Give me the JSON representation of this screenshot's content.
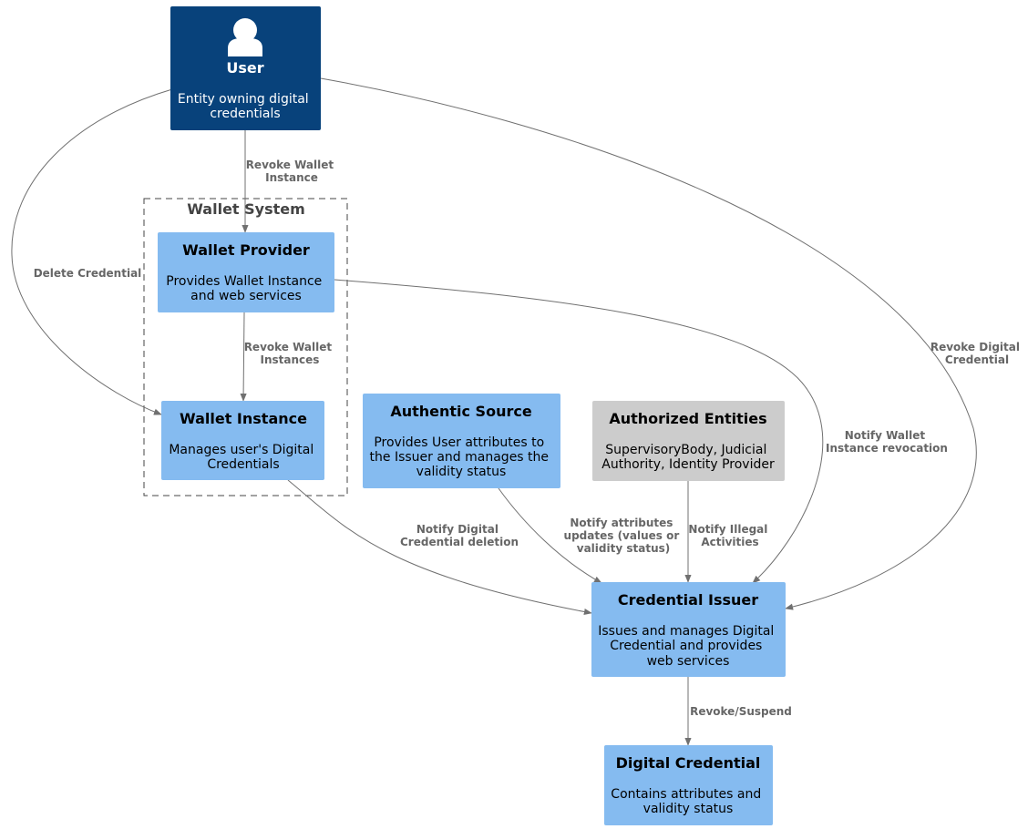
{
  "colors": {
    "person": "#08427b",
    "system": "#85bbf0",
    "external": "#cccccc",
    "edge": "#707070",
    "edge_label": "#666666"
  },
  "boundary": {
    "label": "Wallet System"
  },
  "nodes": {
    "user": {
      "title": "User",
      "desc": [
        "Entity owning digital",
        "credentials"
      ],
      "icon": "person-icon"
    },
    "wallet_provider": {
      "title": "Wallet Provider",
      "desc": [
        "Provides Wallet Instance",
        "and web services"
      ]
    },
    "wallet_instance": {
      "title": "Wallet Instance",
      "desc": [
        "Manages user's Digital",
        "Credentials"
      ]
    },
    "authentic_source": {
      "title": "Authentic Source",
      "desc": [
        "Provides User attributes to",
        "the Issuer and manages the",
        "validity status"
      ]
    },
    "authorized_entities": {
      "title": "Authorized Entities",
      "desc": [
        "SupervisoryBody, Judicial",
        "Authority, Identity Provider"
      ]
    },
    "credential_issuer": {
      "title": "Credential Issuer",
      "desc": [
        "Issues and manages Digital",
        "Credential and provides",
        "web services"
      ]
    },
    "digital_credential": {
      "title": "Digital Credential",
      "desc": [
        "Contains attributes and",
        "validity status"
      ]
    }
  },
  "edges": {
    "user_provider": [
      "Revoke Wallet",
      "Instance"
    ],
    "user_instance": [
      "Delete Credential"
    ],
    "user_issuer": [
      "Revoke Digital",
      "Credential"
    ],
    "provider_instance": [
      "Revoke Wallet",
      "Instances"
    ],
    "provider_issuer": [
      "Notify Wallet",
      "Instance revocation"
    ],
    "instance_issuer": [
      "Notify Digital",
      "Credential deletion"
    ],
    "source_issuer": [
      "Notify attributes",
      "updates (values or",
      "validity status)"
    ],
    "entities_issuer": [
      "Notify Illegal",
      "Activities"
    ],
    "issuer_credential": [
      "Revoke/Suspend"
    ]
  }
}
